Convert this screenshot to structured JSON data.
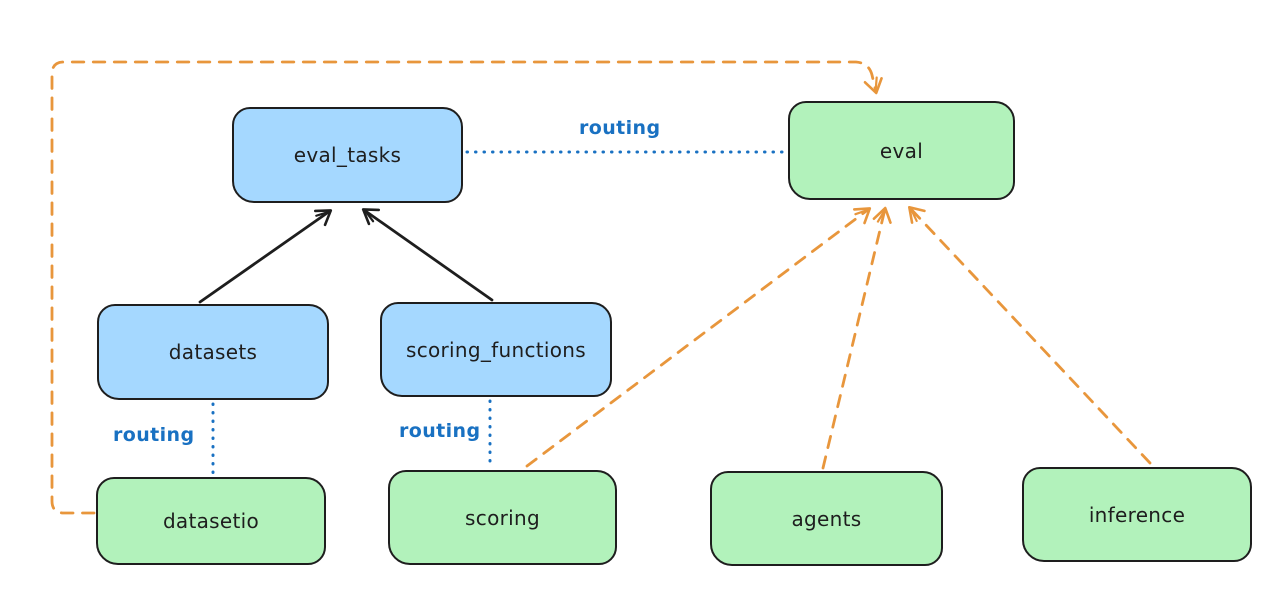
{
  "diagram": {
    "background": "#ffffff",
    "colors": {
      "api_fill": "#a5d8ff",
      "provider_fill": "#b2f2bb",
      "box_stroke": "#1e1e1e",
      "routing_line": "#1971c2",
      "provider_arrow": "#e8963c",
      "dependency_arrow": "#1e1e1e"
    },
    "nodes": [
      {
        "id": "eval_tasks",
        "label": "eval_tasks",
        "kind": "api",
        "fill": "#a5d8ff"
      },
      {
        "id": "eval",
        "label": "eval",
        "kind": "provider",
        "fill": "#b2f2bb"
      },
      {
        "id": "datasets",
        "label": "datasets",
        "kind": "api",
        "fill": "#a5d8ff"
      },
      {
        "id": "scoring_functions",
        "label": "scoring_functions",
        "kind": "api",
        "fill": "#a5d8ff"
      },
      {
        "id": "datasetio",
        "label": "datasetio",
        "kind": "provider",
        "fill": "#b2f2bb"
      },
      {
        "id": "scoring",
        "label": "scoring",
        "kind": "provider",
        "fill": "#b2f2bb"
      },
      {
        "id": "agents",
        "label": "agents",
        "kind": "provider",
        "fill": "#b2f2bb"
      },
      {
        "id": "inference",
        "label": "inference",
        "kind": "provider",
        "fill": "#b2f2bb"
      }
    ],
    "edges": [
      {
        "from": "datasets",
        "to": "eval_tasks",
        "style": "solid-black-arrow",
        "label": ""
      },
      {
        "from": "scoring_functions",
        "to": "eval_tasks",
        "style": "solid-black-arrow",
        "label": ""
      },
      {
        "from": "eval_tasks",
        "to": "eval",
        "style": "dotted-blue",
        "label": "routing"
      },
      {
        "from": "datasets",
        "to": "datasetio",
        "style": "dotted-blue",
        "label": "routing"
      },
      {
        "from": "scoring_functions",
        "to": "scoring",
        "style": "dotted-blue",
        "label": "routing"
      },
      {
        "from": "datasetio",
        "to": "eval",
        "style": "dashed-orange-arrow",
        "label": ""
      },
      {
        "from": "scoring",
        "to": "eval",
        "style": "dashed-orange-arrow",
        "label": ""
      },
      {
        "from": "agents",
        "to": "eval",
        "style": "dashed-orange-arrow",
        "label": ""
      },
      {
        "from": "inference",
        "to": "eval",
        "style": "dashed-orange-arrow",
        "label": ""
      }
    ]
  }
}
